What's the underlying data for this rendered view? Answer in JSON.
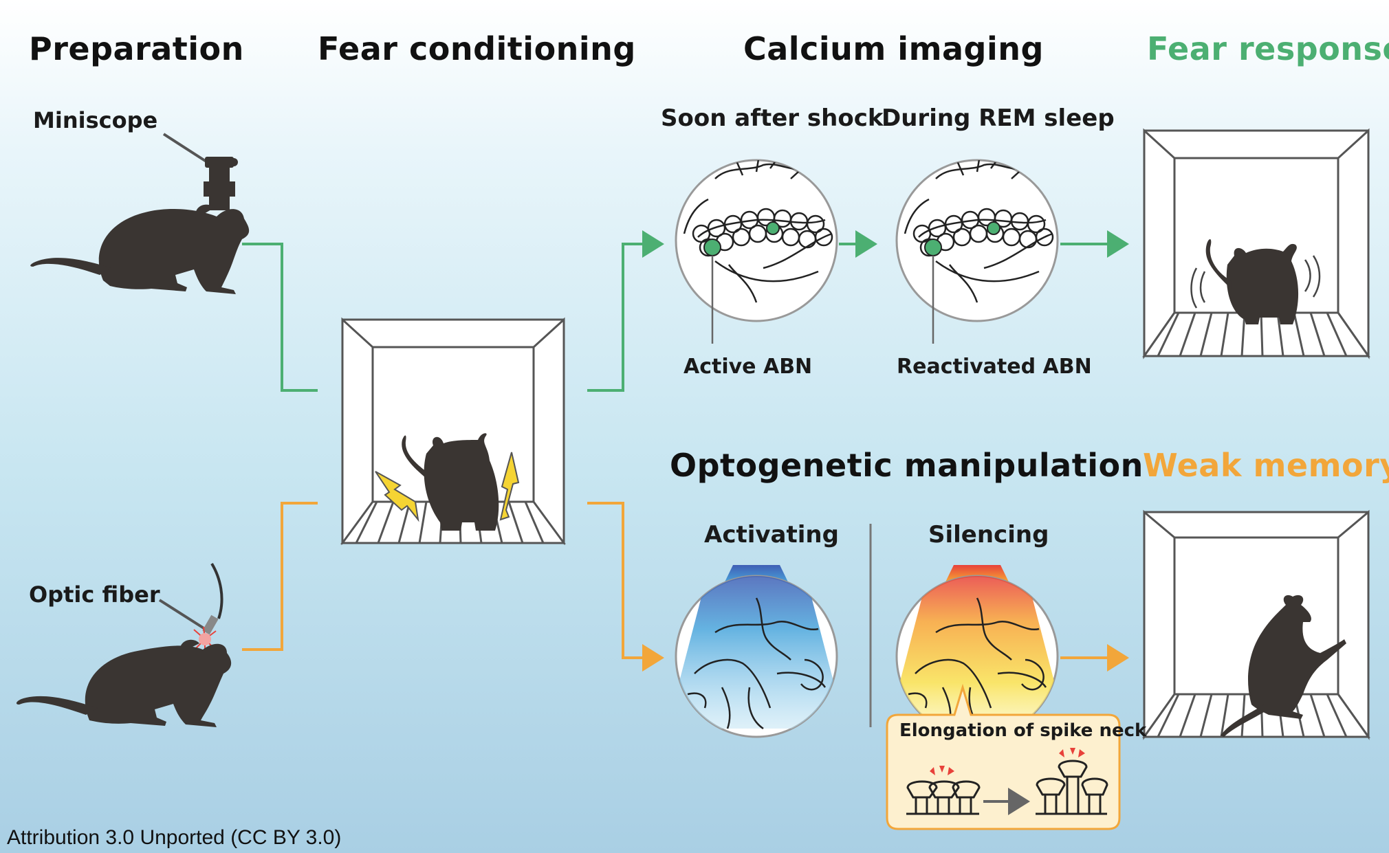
{
  "headings": {
    "preparation": "Preparation",
    "fear_conditioning": "Fear conditioning",
    "calcium_imaging": "Calcium imaging",
    "fear_response": "Fear response",
    "optogenetic": "Optogenetic manipulation",
    "weak_memory": "Weak memory"
  },
  "labels": {
    "miniscope": "Miniscope",
    "optic_fiber": "Optic fiber",
    "soon_after_shock": "Soon after shock",
    "during_rem": "During REM sleep",
    "active_abn": "Active ABN",
    "reactivated_abn": "Reactivated ABN",
    "activating": "Activating",
    "silencing": "Silencing",
    "spike_neck": "Elongation of spike neck"
  },
  "credit": "Attribution 3.0 Unported (CC BY 3.0)",
  "colors": {
    "green": "#4caf72",
    "orange": "#f2a63a",
    "mouse": "#3a3532",
    "blue_light": "#3f5fb5",
    "red_light": "#e8413a"
  }
}
